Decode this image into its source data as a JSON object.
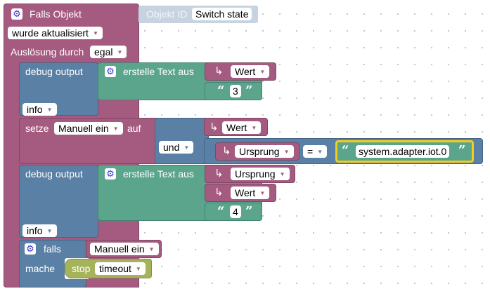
{
  "trigger": {
    "title": "Falls Objekt",
    "object_id_label": "Objekt ID",
    "object_id_value": "Switch state",
    "updated_option": "wurde aktualisiert",
    "trigger_label": "Auslösung durch",
    "trigger_option": "egal"
  },
  "debug1": {
    "label": "debug output",
    "create_text_label": "erstelle Text aus",
    "var1": "Wert",
    "string1": "3",
    "level": "info"
  },
  "set_block": {
    "label": "setze",
    "variable": "Manuell ein",
    "to_label": "auf",
    "logic_op": "und",
    "var_a": "Wert",
    "var_b": "Ursprung",
    "compare_op": "=",
    "compare_string": "system.adapter.iot.0"
  },
  "debug2": {
    "label": "debug output",
    "create_text_label": "erstelle Text aus",
    "var1": "Ursprung",
    "var2": "Wert",
    "string1": "4",
    "level": "info"
  },
  "if_block": {
    "if_label": "falls",
    "condition_var": "Manuell ein",
    "do_label": "mache",
    "stop_label": "stop",
    "stop_option": "timeout"
  },
  "colors": {
    "event": "#a55b80",
    "system": "#5b80a5",
    "text": "#5ba58c",
    "timeout": "#a5b35b",
    "highlight": "#f5cc1a"
  },
  "icons": [
    "gear-icon",
    "dropdown-arrow-icon",
    "variable-arrow-icon",
    "quote-icon"
  ]
}
